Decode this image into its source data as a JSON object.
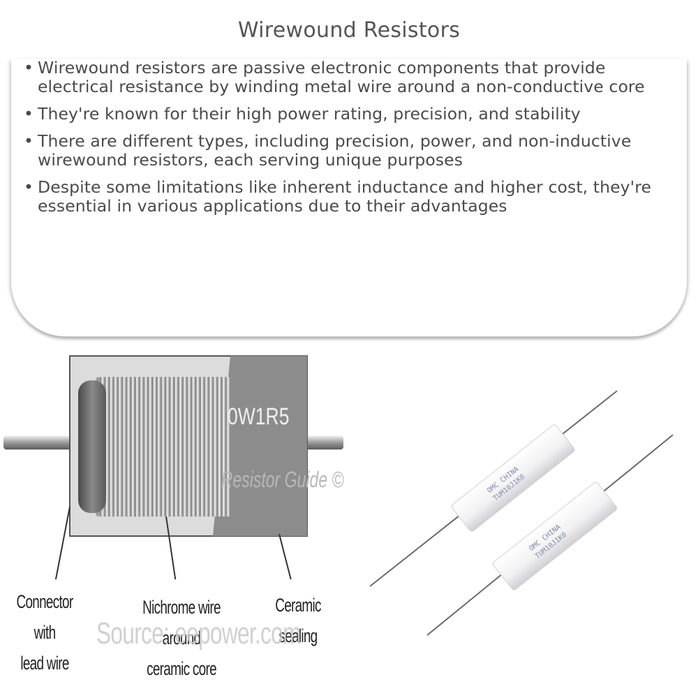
{
  "title": "Wirewound Resistors",
  "bullets": [
    "Wirewound resistors are passive electronic components that provide electrical resistance by winding metal wire around a non-conductive core",
    "They're known for their high power rating, precision, and stability",
    "There are different types, including precision, power, and non-inductive wirewound resistors, each serving unique purposes",
    "Despite some limitations like inherent inductance and higher cost, they're essential in various applications due to their advantages"
  ],
  "diagram": {
    "marking": "0W1R5",
    "brand": "Resistor Guide ©",
    "labels": {
      "connector_line1": "Connector with",
      "connector_line2": "lead wire",
      "wire_line1": "Nichrome wire around",
      "wire_line2": "ceramic core",
      "sealing_line1": "Ceramic",
      "sealing_line2": "sealing"
    },
    "source": "Source: eepower.com"
  },
  "photo": {
    "resistor1_line1": "OMC CHINA",
    "resistor1_line2": "TUM10J1K0",
    "resistor2_line1": "OMC CHINA",
    "resistor2_line2": "TUM10J1K0"
  }
}
